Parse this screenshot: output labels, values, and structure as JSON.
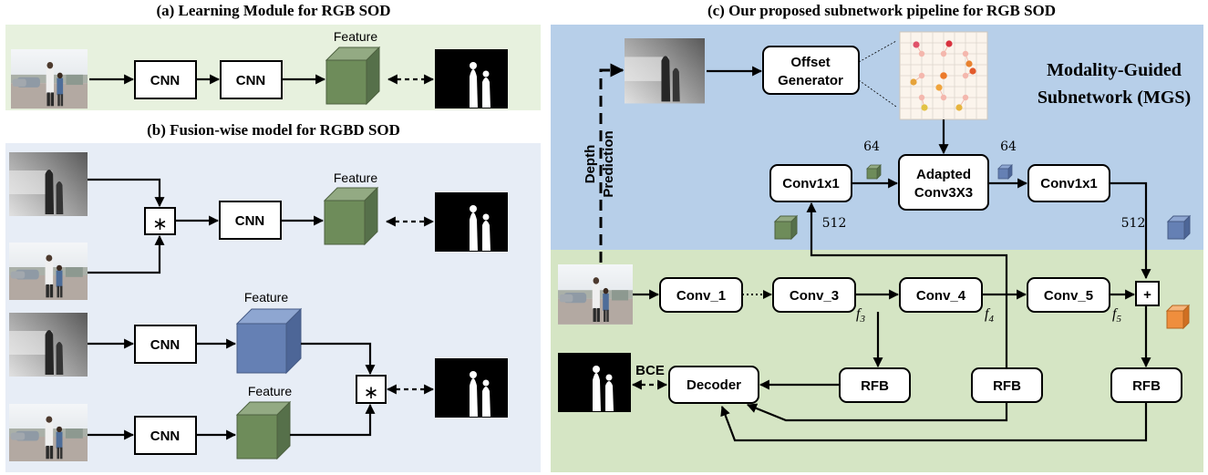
{
  "titles": {
    "a": "(a)  Learning Module for RGB SOD",
    "b": "(b)  Fusion-wise model for RGBD SOD",
    "c": "(c)  Our proposed subnetwork pipeline for RGB SOD"
  },
  "mgs_label": {
    "line1": "Modality-Guided",
    "line2": "Subnetwork (MGS)"
  },
  "labels": {
    "cnn": "CNN",
    "feature": "Feature",
    "mult": "∗",
    "plus": "+",
    "offset_line1": "Offset",
    "offset_line2": "Generator",
    "adapted_line1": "Adapted",
    "adapted_line2": "Conv3X3",
    "conv1x1": "Conv1x1",
    "conv_1": "Conv_1",
    "conv_3": "Conv_3",
    "conv_4": "Conv_4",
    "conv_5": "Conv_5",
    "rfb": "RFB",
    "decoder": "Decoder",
    "bce": "BCE",
    "depth": "Depth",
    "prediction": "Prediction",
    "ch64": "64",
    "ch512": "512",
    "f3": "f",
    "f3_sub": "3",
    "f4": "f",
    "f4_sub": "4",
    "f5": "f",
    "f5_sub": "5"
  },
  "colors": {
    "panel_a_bg": "#e7f1de",
    "panel_b_bg": "#e7edf6",
    "mgs_bg": "#b7cfe9",
    "backbone_bg": "#d5e5c4",
    "green_cube": "#6e8c5a",
    "blue_cube": "#6580b4",
    "orange_cube": "#ef8e3d"
  }
}
